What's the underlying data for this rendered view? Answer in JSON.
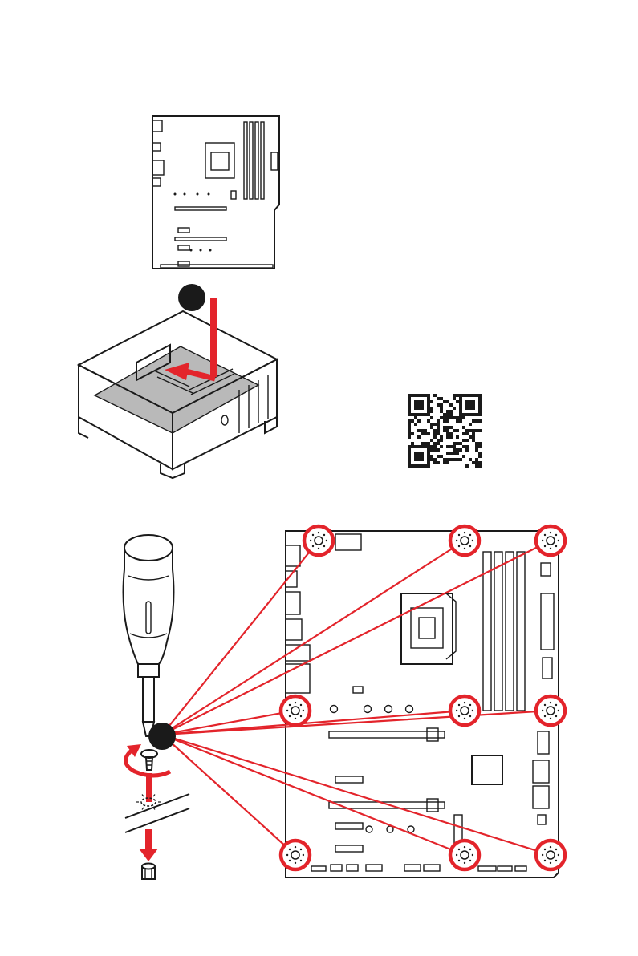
{
  "colors": {
    "accent_red": "#e3242b",
    "ink": "#1a1a1a",
    "panel_gray": "#b9b9b9",
    "background": "#ffffff"
  },
  "steps": [
    {
      "id": "step-1",
      "label": ""
    },
    {
      "id": "step-2",
      "label": ""
    }
  ],
  "icons": {
    "qr": "qr-code-icon",
    "screwdriver": "screwdriver-icon",
    "screw": "screw-icon",
    "standoff": "standoff-icon",
    "rotation": "rotate-arrow-icon",
    "mount_hole": "mount-hole-icon"
  },
  "screw_hole_count": 9
}
